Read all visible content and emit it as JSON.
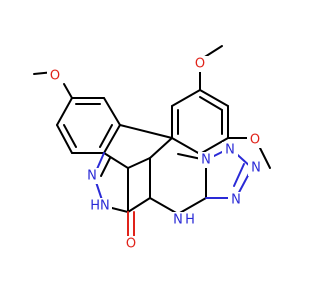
{
  "molecule": {
    "atoms": {
      "o_top": "O",
      "o_methoxy_right": "O",
      "o_methoxy_left": "O",
      "n_ring_1": "N",
      "n_ring_2": "N",
      "n_ring_3": "N",
      "n_ring_4": "N",
      "n_pyridazine_1": "N",
      "n_pyridazine_2": "HN",
      "n_bottom": "N",
      "h_bottom": "H",
      "o_carbonyl": "O"
    },
    "colors": {
      "carbon": "#000000",
      "nitrogen": "#2a2ad6",
      "oxygen": "#e0231a"
    }
  }
}
